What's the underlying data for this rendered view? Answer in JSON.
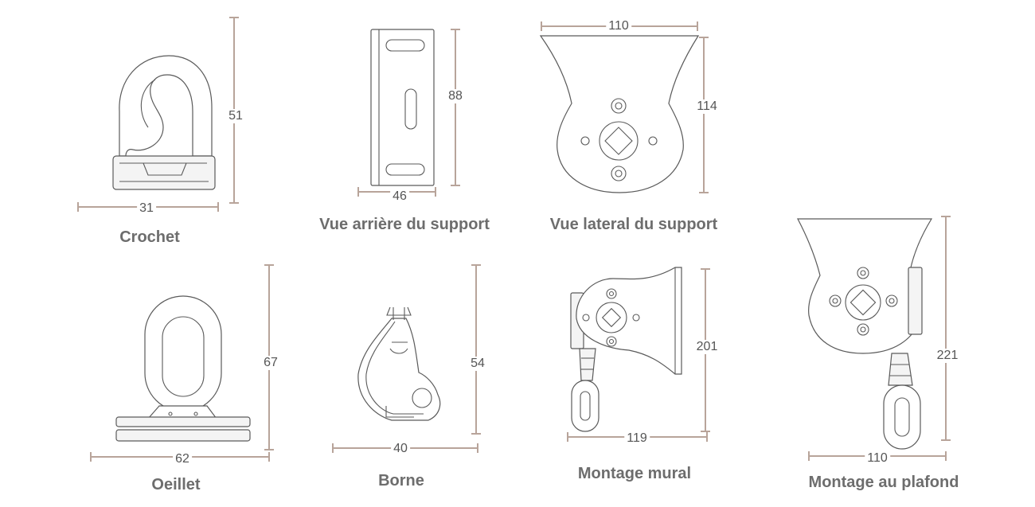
{
  "items": [
    {
      "label": "Crochet",
      "height_dim": "51",
      "width_dim": "31"
    },
    {
      "label": "Vue arrière du support",
      "height_dim": "88",
      "width_dim": "46"
    },
    {
      "label": "Vue lateral du support",
      "height_dim": "114",
      "width_dim": "110"
    },
    {
      "label": "Oeillet",
      "height_dim": "67",
      "width_dim": "62"
    },
    {
      "label": "Borne",
      "height_dim": "54",
      "width_dim": "40"
    },
    {
      "label": "Montage mural",
      "height_dim": "201",
      "width_dim": "119"
    },
    {
      "label": "Montage au plafond",
      "height_dim": "221",
      "width_dim": "110"
    }
  ],
  "colors": {
    "dimension_line": "#b8a49a",
    "outline": "#5a5a5a",
    "label_text": "#6d6d6d"
  }
}
